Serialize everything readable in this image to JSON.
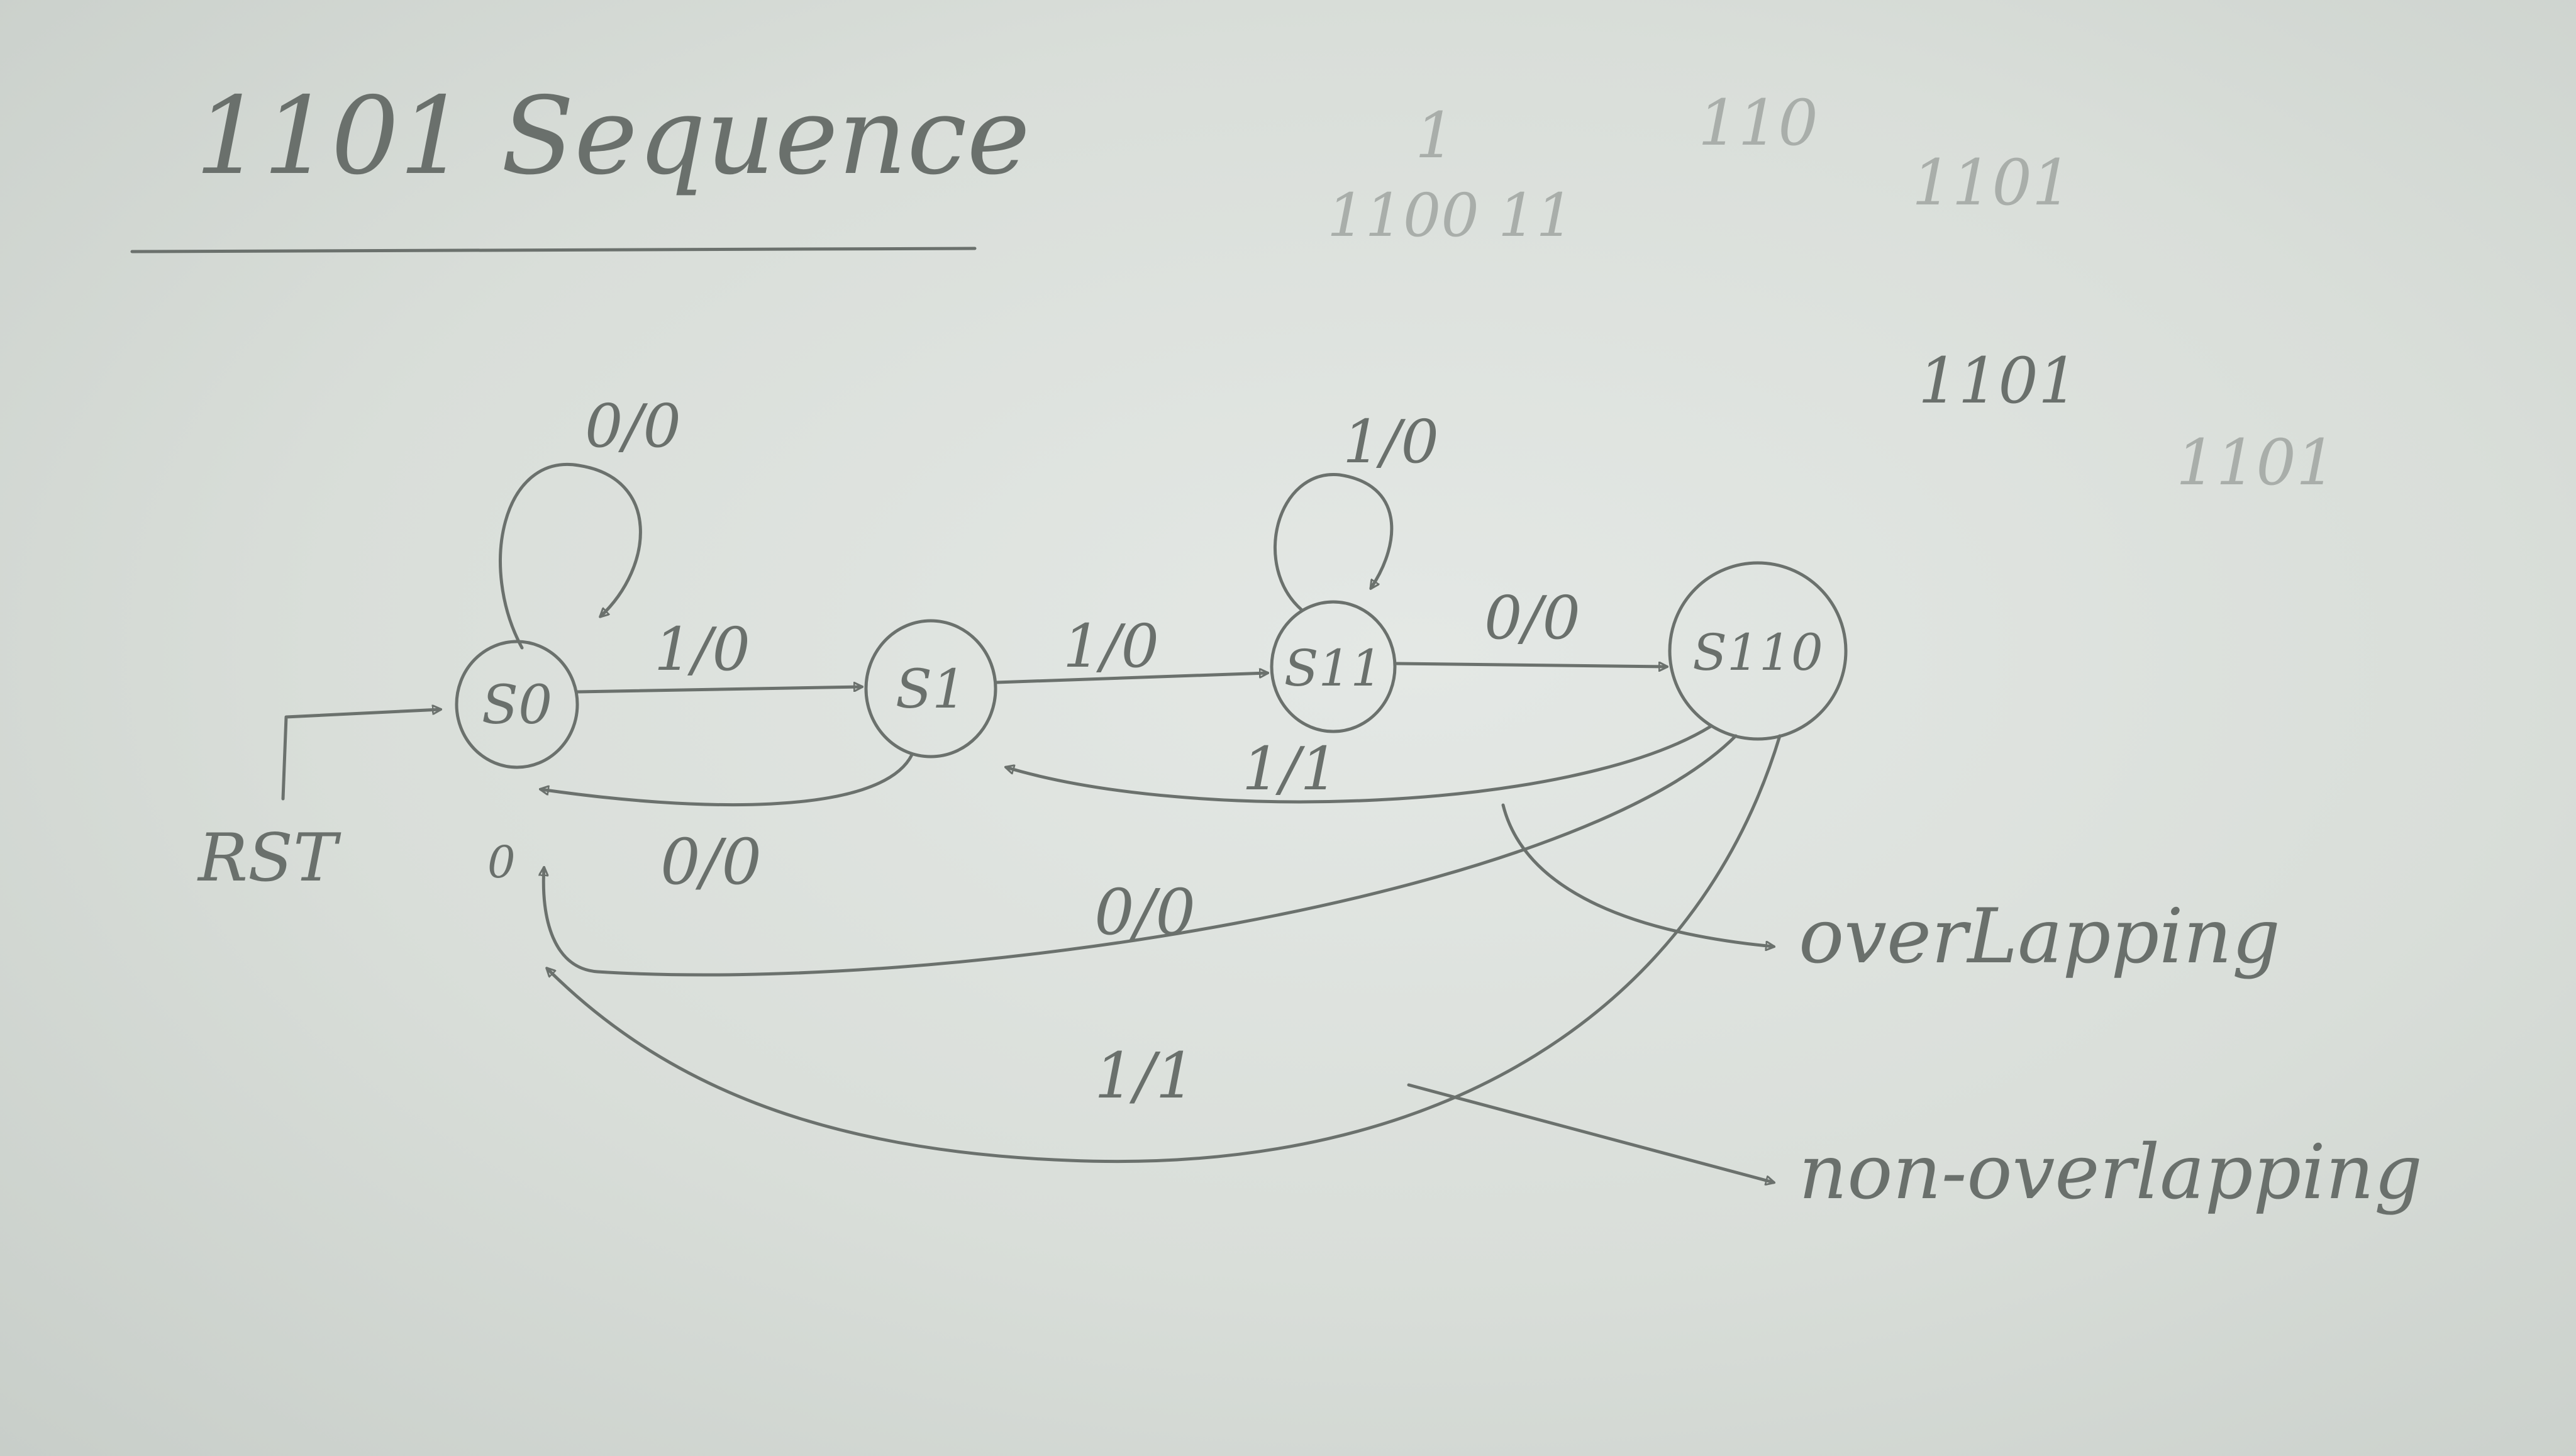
{
  "title": "1101 Sequence",
  "scratch": [
    "1",
    "110",
    "1100 11",
    "1101",
    "1101",
    "1101"
  ],
  "states": {
    "s0": "S0",
    "s1": "S1",
    "s11": "S11",
    "s110": "S110"
  },
  "reset_label": "RST",
  "transitions": {
    "s0_self": "0/0",
    "s0_s1": "1/0",
    "s1_s0": "0/0",
    "s1_s11": "1/0",
    "s11_self": "1/0",
    "s11_s110": "0/0",
    "s110_s1": "1/1",
    "s110_s0_zero": "0/0",
    "s110_s0_one": "1/1"
  },
  "annotations": {
    "overlapping": "overLapping",
    "non_overlapping": "non-overlapping"
  }
}
